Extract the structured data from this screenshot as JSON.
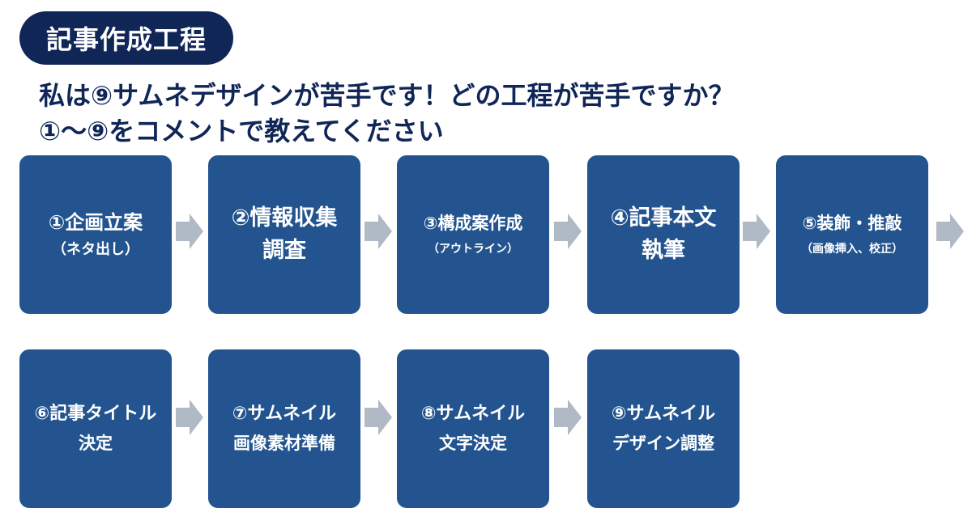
{
  "header": {
    "title": "記事作成工程",
    "question_line1": "私は⑨サムネデザインが苦手です！どの工程が苦手ですか？",
    "question_line2": "①〜⑨をコメントで教えてください"
  },
  "steps": [
    {
      "line1": "①企画立案",
      "line2": "（ネタ出し）"
    },
    {
      "line1": "②情報収集",
      "line2": "調査"
    },
    {
      "line1": "③構成案作成",
      "line2": "（アウトライン）"
    },
    {
      "line1": "④記事本文",
      "line2": "執筆"
    },
    {
      "line1": "⑤装飾・推敲",
      "line2": "（画像挿入、校正）"
    },
    {
      "line1": "⑥記事タイトル",
      "line2": "決定"
    },
    {
      "line1": "⑦サムネイル",
      "line2": "画像素材準備"
    },
    {
      "line1": "⑧サムネイル",
      "line2": "文字決定"
    },
    {
      "line1": "⑨サムネイル",
      "line2": "デザイン調整"
    }
  ],
  "colors": {
    "navy": "#0f2657",
    "box": "#23548f",
    "arrow": "#b0b9c6",
    "white": "#ffffff"
  }
}
